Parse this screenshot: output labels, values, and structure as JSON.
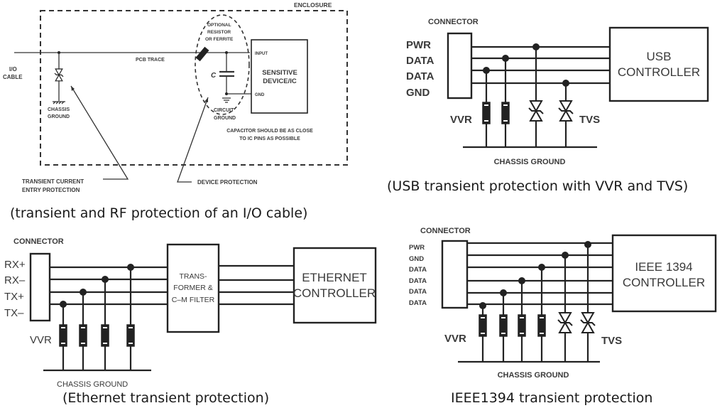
{
  "panels": {
    "io_cable": {
      "caption": "(transient and RF protection of an I/O cable)",
      "enclosure": "ENCLOSURE",
      "io_cable": [
        "I/O",
        "CABLE"
      ],
      "pcb_trace": "PCB TRACE",
      "chassis_ground": [
        "CHASSIS",
        "GROUND"
      ],
      "optional": [
        "OPTIONAL",
        "RESISTOR",
        "OR FERRITE"
      ],
      "capacitor": "C",
      "input": "INPUT",
      "gnd": "GND",
      "device": [
        "SENSITIVE",
        "DEVICE/IC"
      ],
      "circuit_ground": [
        "CIRCUIT",
        "GROUND"
      ],
      "note": [
        "CAPACITOR SHOULD BE AS CLOSE",
        "TO IC PINS AS POSSIBLE"
      ],
      "callout_entry": [
        "TRANSIENT CURRENT",
        "ENTRY PROTECTION"
      ],
      "callout_device": "DEVICE PROTECTION"
    },
    "usb": {
      "caption": "(USB transient protection with VVR and TVS)",
      "connector": "CONNECTOR",
      "pins": [
        "PWR",
        "DATA",
        "DATA",
        "GND"
      ],
      "controller": [
        "USB",
        "CONTROLLER"
      ],
      "vvr": "VVR",
      "tvs": "TVS",
      "ground": "CHASSIS GROUND"
    },
    "ethernet": {
      "caption": "(Ethernet transient protection)",
      "connector": "CONNECTOR",
      "pins": [
        "RX+",
        "RX–",
        "TX+",
        "TX–"
      ],
      "filter": [
        "TRANS-",
        "FORMER &",
        "C–M FILTER"
      ],
      "controller": [
        "ETHERNET",
        "CONTROLLER"
      ],
      "vvr": "VVR",
      "ground": "CHASSIS GROUND"
    },
    "ieee1394": {
      "caption": "IEEE1394 transient protection",
      "connector": "CONNECTOR",
      "pins": [
        "PWR",
        "GND",
        "DATA",
        "DATA",
        "DATA",
        "DATA"
      ],
      "controller": [
        "IEEE 1394",
        "CONTROLLER"
      ],
      "vvr": "VVR",
      "tvs": "TVS",
      "ground": "CHASSIS GROUND"
    }
  }
}
